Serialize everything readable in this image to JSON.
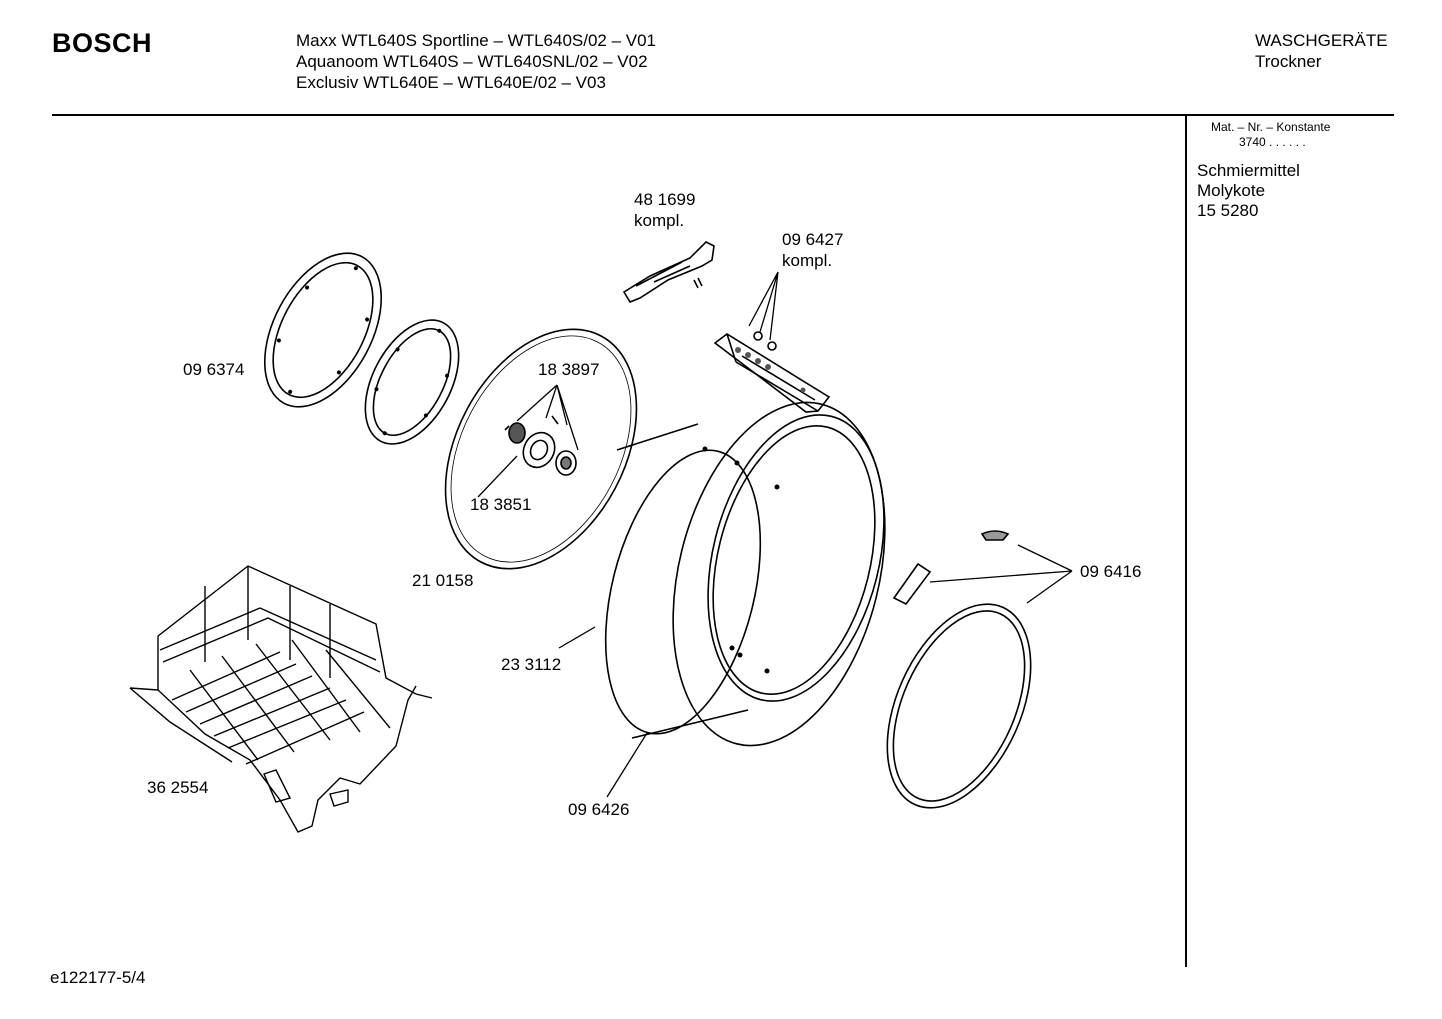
{
  "header": {
    "brand": "BOSCH",
    "models": [
      "Maxx WTL640S Sportline – WTL640S/02 – V01",
      "Aquanoom WTL640S – WTL640SNL/02 – V02",
      "Exclusiv WTL640E – WTL640E/02 – V03"
    ],
    "category": "WASCHGERÄTE",
    "subcategory": "Trockner"
  },
  "sidebar": {
    "mat_label": "Mat. – Nr. – Konstante",
    "mat_value": "3740 . . . . . .",
    "lubricant": [
      "Schmiermittel",
      "Molykote",
      "15 5280"
    ]
  },
  "parts": {
    "p481699_num": "48 1699",
    "p481699_suffix": "kompl.",
    "p096427_num": "09 6427",
    "p096427_suffix": "kompl.",
    "p096374": "09 6374",
    "p183897": "18 3897",
    "p183851": "18 3851",
    "p210158": "21 0158",
    "p096416": "09 6416",
    "p233112": "23 3112",
    "p362554": "36 2554",
    "p096426": "09 6426"
  },
  "footer": {
    "doc_id": "e122177-5/4"
  }
}
